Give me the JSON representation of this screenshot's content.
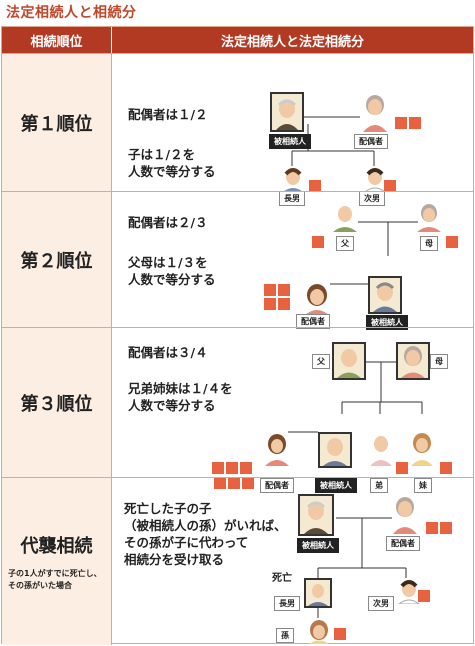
{
  "title": "法定相続人と相続分",
  "header": {
    "rank": "相続順位",
    "heirs": "法定相続人と法定相続分"
  },
  "rows": [
    {
      "rank": "第１順位",
      "lines": [
        "配偶者は１/２",
        "子は１/２を",
        "人数で等分する"
      ],
      "labels": {
        "decedent": "被相続人",
        "spouse": "配偶者",
        "son1": "長男",
        "son2": "次男"
      }
    },
    {
      "rank": "第２順位",
      "lines": [
        "配偶者は２/３",
        "父母は１/３を",
        "人数で等分する"
      ],
      "labels": {
        "father": "父",
        "mother": "母",
        "spouse": "配偶者",
        "decedent": "被相続人"
      }
    },
    {
      "rank": "第３順位",
      "lines": [
        "配偶者は３/４",
        "兄弟姉妹は１/４を",
        "人数で等分する"
      ],
      "labels": {
        "father": "父",
        "mother": "母",
        "spouse": "配偶者",
        "decedent": "被相続人",
        "brother": "弟",
        "sister": "妹"
      }
    },
    {
      "rank": "代襲相続",
      "note": [
        "子の1人がすでに死亡し、",
        "その孫がいた場合"
      ],
      "lines": [
        "死亡した子の子",
        "（被相続人の孫）がいれば、",
        "その孫が子に代わって",
        "相続分を受け取る"
      ],
      "labels": {
        "decedent": "被相続人",
        "spouse": "配偶者",
        "dead": "死亡",
        "son1": "長男",
        "son2": "次男",
        "grandchild": "孫"
      }
    }
  ],
  "colors": {
    "header": "#b33a22",
    "left_cell": "#fdeee3",
    "share_square": "#e8623f",
    "border": "#e0a58a"
  }
}
